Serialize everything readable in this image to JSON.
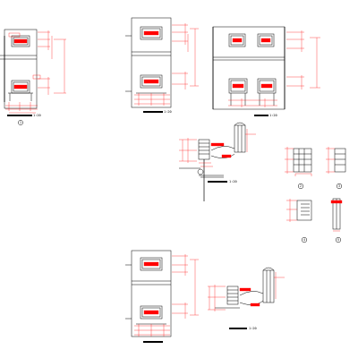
{
  "drawing": {
    "colors": {
      "paper": "#ffffff",
      "ink": "#000000",
      "dimension": "#ff0000",
      "frame": "#1a1a1a"
    },
    "views": [
      {
        "id": "v1",
        "tag": "1:20",
        "number": "1"
      },
      {
        "id": "v2",
        "tag": "1:20",
        "number": ""
      },
      {
        "id": "v3",
        "tag": "1:20",
        "number": ""
      },
      {
        "id": "v4",
        "tag": "1:20",
        "number": ""
      },
      {
        "id": "v5",
        "tag": "",
        "number": "2"
      },
      {
        "id": "v6",
        "tag": "",
        "number": "3"
      },
      {
        "id": "v7",
        "tag": "",
        "number": "4"
      },
      {
        "id": "v8",
        "tag": "",
        "number": "5"
      },
      {
        "id": "v9",
        "tag": "",
        "number": ""
      },
      {
        "id": "v10",
        "tag": "1:20",
        "number": ""
      }
    ]
  }
}
